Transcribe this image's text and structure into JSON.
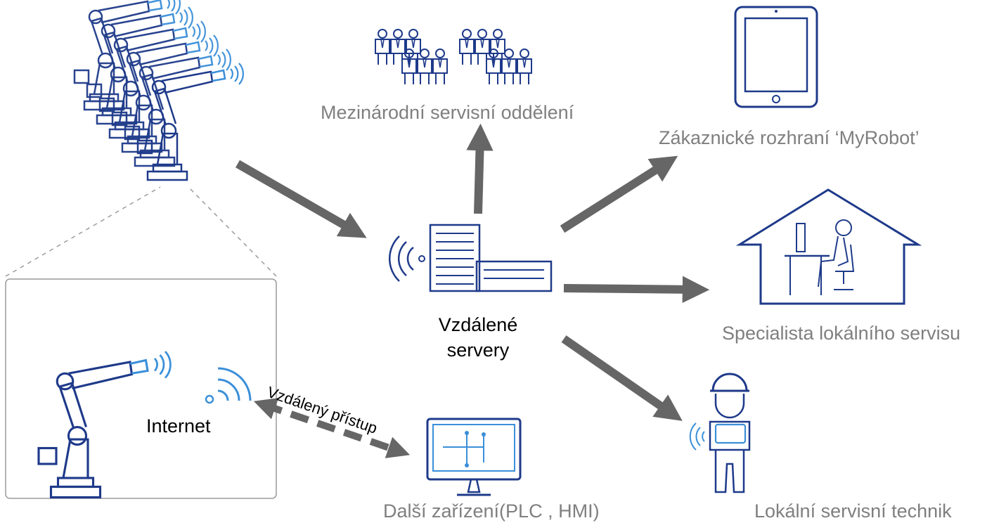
{
  "labels": {
    "intl_service": "Mezinárodní servisní oddělení",
    "customer_interface": "Zákaznické rozhraní ‘MyRobot’",
    "local_specialist": "Specialista lokálního servisu",
    "local_technician": "Lokální servisní technik",
    "other_devices": "Další zařízení(PLC , HMI)",
    "remote_servers_line1": "Vzdálené",
    "remote_servers_line2": "servery",
    "internet": "Internet",
    "remote_access": "Vzdálený přístup"
  },
  "colors": {
    "primary": "#1e3a8a",
    "accent": "#3b8fd9",
    "arrow": "#666666",
    "caption": "#7f7f7f",
    "frame": "#9a9a9a"
  }
}
